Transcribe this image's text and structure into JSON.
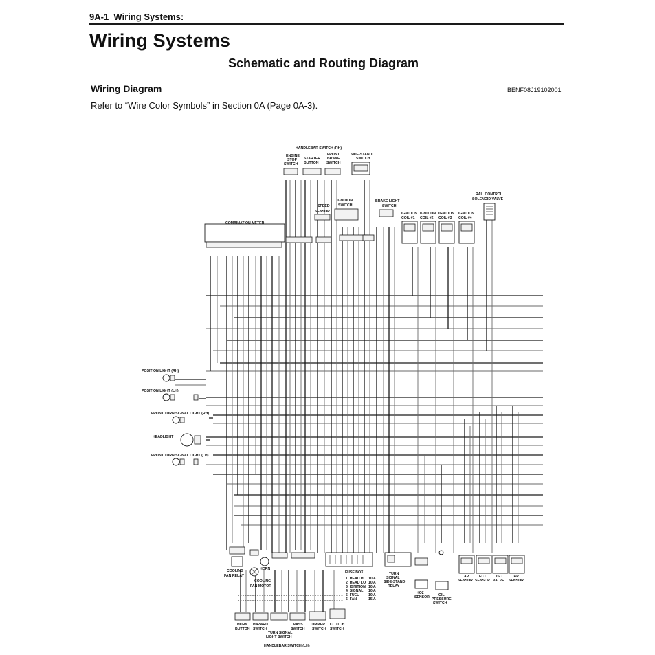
{
  "header": {
    "section_number": "9A-1",
    "section_name": "Wiring Systems:"
  },
  "page_title": "Wiring Systems",
  "subtitle": "Schematic and Routing Diagram",
  "section_heading": "Wiring Diagram",
  "figure_code": "BENF08J19102001",
  "reference_text": "Refer to “Wire Color Symbols” in Section 0A (Page 0A-3).",
  "components": {
    "handlebar_switch_rh": "HANDLEBAR SWITCH (RH)",
    "engine_stop_switch": [
      "ENGINE",
      "STOP",
      "SWITCH"
    ],
    "starter_button": [
      "STARTER",
      "BUTTON"
    ],
    "front_brake_switch": [
      "FRONT",
      "BRAKE",
      "SWITCH"
    ],
    "side_stand_switch": [
      "SIDE-STAND",
      "SWITCH"
    ],
    "speed_sensor": [
      "SPEED",
      "SENSOR"
    ],
    "ignition_switch": [
      "IGNITION",
      "SWITCH"
    ],
    "brake_light_switch": [
      "BRAKE LIGHT",
      "SWITCH"
    ],
    "ignition_coil_1": [
      "IGNITION",
      "COIL #1"
    ],
    "ignition_coil_2": [
      "IGNITION",
      "COIL #2"
    ],
    "ignition_coil_3": [
      "IGNITION",
      "COIL #3"
    ],
    "ignition_coil_4": [
      "IGNITION",
      "COIL #4"
    ],
    "rail_control": [
      "RAIL CONTROL",
      "SOLENOID VALVE"
    ],
    "combination_meter": "COMBINATION METER",
    "position_light_rh": "POSITION LIGHT (RH)",
    "position_light_lh": "POSITION LIGHT (LH)",
    "front_turn_rh": "FRONT TURN SIGNAL LIGHT (RH)",
    "headlight": "HEADLIGHT",
    "front_turn_lh": "FRONT TURN SIGNAL LIGHT (LH)",
    "cooling_fan_relay": [
      "COOLING",
      "FAN RELAY"
    ],
    "horn": "HORN",
    "cooling_fan_motor": [
      "COOLING",
      "FAN MOTOR"
    ],
    "fuse_box": "FUSE BOX",
    "fuse_list": [
      "1. HEAD HI",
      "2. HEAD LO",
      "3. IGNITION",
      "4. SIGNAL",
      "5. FUEL",
      "6. FAN"
    ],
    "fuse_ratings": [
      "10 A",
      "10 A",
      "10 A",
      "10 A",
      "10 A",
      "15 A"
    ],
    "turn_signal_relay": [
      "TURN",
      "SIGNAL",
      "SIDE-STAND",
      "RELAY"
    ],
    "ho2_sensor": [
      "HO2",
      "SENSOR"
    ],
    "oil_pressure_switch": [
      "OIL",
      "PRESSURE",
      "SWITCH"
    ],
    "ap_sensor": [
      "AP",
      "SENSOR"
    ],
    "ect_sensor": [
      "ECT",
      "SENSOR"
    ],
    "isc_valve": [
      "ISC",
      "VALVE"
    ],
    "iap_sensor": [
      "IAP",
      "SENSOR"
    ],
    "horn_button": [
      "HORN",
      "BUTTON"
    ],
    "hazard_switch": [
      "HAZARD",
      "SWITCH"
    ],
    "pass_switch": [
      "PASS",
      "SWITCH"
    ],
    "dimmer_switch": [
      "DIMMER",
      "SWITCH"
    ],
    "clutch_switch": [
      "CLUTCH",
      "SWITCH"
    ],
    "turn_signal_light_switch": [
      "TURN SIGNAL",
      "LIGHT SWITCH"
    ],
    "handlebar_switch_lh": "HANDLEBAR SWITCH (LH)"
  }
}
